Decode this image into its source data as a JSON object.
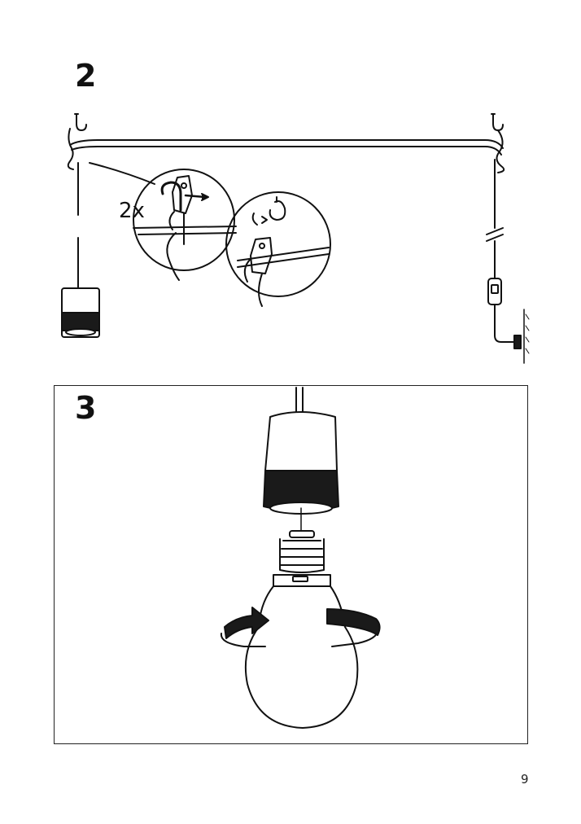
{
  "steps": {
    "step2": {
      "number": "2",
      "quantity_label": "2x"
    },
    "step3": {
      "number": "3"
    }
  },
  "page": {
    "number": "9"
  },
  "icons": {
    "ceiling_hooks": "ceiling-hook-icon",
    "lamp_socket": "lamp-socket-icon",
    "cord_switch": "cord-switch-icon",
    "wall_plug": "wall-plug-icon",
    "light_bulb": "light-bulb-icon",
    "rotate_arrow": "rotate-clockwise-icon"
  },
  "colors": {
    "line": "#111111",
    "fill_dark": "#1a1a1a",
    "background": "#ffffff"
  }
}
